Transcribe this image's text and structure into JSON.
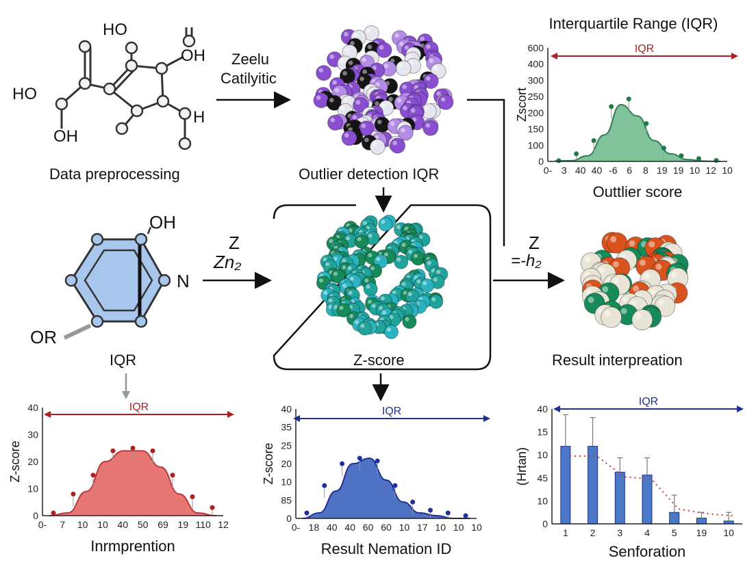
{
  "captions": {
    "data_preprocessing": "Data preprocessing",
    "outlier_detection": "Outlier detection IQR",
    "z_score": "Z-score",
    "result_interpretation": "Result interpreation",
    "iqr_mid": "IQR"
  },
  "arrow_labels": {
    "top_line1": "Zeelu",
    "top_line2": "Catilyitic",
    "left_z": "Z",
    "left_z2": "Zn₂",
    "right_z": "Z",
    "right_z2": "=-h₂"
  },
  "molecule1_atoms": [
    "HO",
    "OH",
    "HO",
    "OH",
    "H"
  ],
  "molecule2_atoms": [
    "OH",
    "N",
    "OR"
  ],
  "colors": {
    "purple": "#8a4fd0",
    "teal": "#1fa39a",
    "green": "#178a5a",
    "orange": "#d9531e",
    "cream": "#e8e4d6",
    "red_arrow": "#b01f1f",
    "blue_arrow": "#1f2f8f",
    "chart_green": "#5fae84",
    "chart_red": "#e87674",
    "chart_blue": "#4f72c4",
    "bar_blue": "#4b78c7"
  },
  "chart_data": [
    {
      "id": "top-right",
      "type": "area",
      "title": "Interquartile Range (IQR)",
      "xlabel": "Outtlier score",
      "ylabel": "Zscort",
      "range_label": "IQR",
      "y_ticks": [
        "600",
        "400",
        "300",
        "250",
        "200",
        "150",
        "100",
        "0"
      ],
      "x_ticks": [
        "0-",
        "3",
        "40",
        "40",
        "-6",
        "6",
        "8",
        "19",
        "19",
        "10",
        "12",
        "10"
      ],
      "curve": [
        2,
        4,
        30,
        140,
        300,
        240,
        110,
        40,
        10,
        2,
        0
      ],
      "points": [
        4,
        40,
        110,
        290,
        330,
        200,
        70,
        30,
        15,
        5
      ],
      "ylim": [
        0,
        600
      ]
    },
    {
      "id": "bottom-left",
      "type": "area",
      "xlabel": "Inrmprention",
      "ylabel": "Z-score",
      "range_label": "IQR",
      "y_ticks": [
        "40",
        "30",
        "20",
        "10",
        "0"
      ],
      "x_ticks": [
        "0-",
        "7",
        "10",
        "10",
        "40",
        "50",
        "69",
        "19",
        "110",
        "12"
      ],
      "curve": [
        0,
        1,
        9,
        20,
        24,
        24,
        18,
        8,
        1,
        0
      ],
      "points": [
        1,
        8,
        15,
        24,
        25,
        24,
        15,
        7,
        3
      ],
      "ylim": [
        0,
        40
      ]
    },
    {
      "id": "bottom-middle",
      "type": "area",
      "xlabel": "Result Nemation ID",
      "ylabel": "Z-score",
      "range_label": "IQR",
      "y_ticks": [
        "40",
        "35",
        "25",
        "20",
        "10",
        "85",
        "0"
      ],
      "x_ticks": [
        "0-",
        "18",
        "40",
        "40",
        "60",
        "60",
        "10",
        "17",
        "10",
        "10",
        "10"
      ],
      "curve": [
        0,
        2,
        10,
        20,
        22,
        14,
        6,
        2,
        1,
        0,
        0
      ],
      "points": [
        2,
        12,
        20,
        22,
        21,
        12,
        6,
        3,
        2,
        1
      ],
      "ylim": [
        0,
        40
      ]
    },
    {
      "id": "bottom-right",
      "type": "bar",
      "xlabel": "Senforation",
      "ylabel": "(Hrtan)",
      "range_label": "IQR",
      "y_ticks": [
        "40",
        "15",
        "10",
        "45",
        "10",
        "0"
      ],
      "categories": [
        "1",
        "2",
        "3",
        "4",
        "5",
        "19",
        "10"
      ],
      "values": [
        27,
        27,
        18,
        17,
        4,
        2,
        1
      ],
      "errors": [
        11,
        10,
        5,
        6,
        6,
        2,
        3
      ],
      "ylim": [
        0,
        40
      ]
    }
  ]
}
